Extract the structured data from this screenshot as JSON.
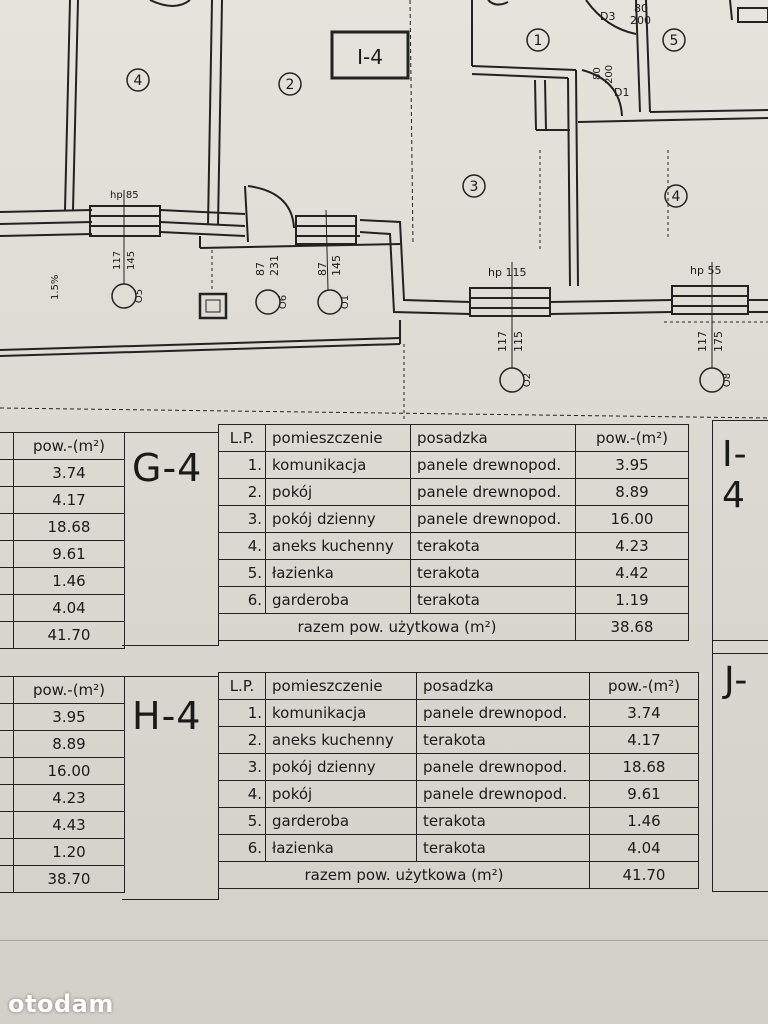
{
  "plan": {
    "unit_label": "I-4",
    "room_numbers": [
      "1",
      "2",
      "3",
      "4",
      "4",
      "5"
    ],
    "door_labels": [
      "D1",
      "D3"
    ],
    "door_dims": [
      "80",
      "200",
      "80",
      "200"
    ],
    "window_hp": [
      "hp 85",
      "hp 115",
      "hp 55"
    ],
    "window_dims": [
      "117",
      "145",
      "87",
      "231",
      "87",
      "145",
      "117",
      "115",
      "117",
      "175"
    ],
    "window_codes": [
      "O5",
      "O6",
      "O1",
      "O2",
      "O8"
    ],
    "slope": "1.5%"
  },
  "left_top_table": {
    "header": "pow.-(m²)",
    "values": [
      "3.74",
      "4.17",
      "18.68",
      "9.61",
      "1.46",
      "4.04",
      "41.70"
    ]
  },
  "left_bottom_table": {
    "header": "pow.-(m²)",
    "values": [
      "3.95",
      "8.89",
      "16.00",
      "4.23",
      "4.43",
      "1.20",
      "38.70"
    ]
  },
  "g4": {
    "label": "G-4",
    "headers": [
      "L.P.",
      "pomieszczenie",
      "posadzka",
      "pow.-(m²)"
    ],
    "rows": [
      [
        "1.",
        "komunikacja",
        "panele drewnopod.",
        "3.95"
      ],
      [
        "2.",
        "pokój",
        "panele drewnopod.",
        "8.89"
      ],
      [
        "3.",
        "pokój dzienny",
        "panele drewnopod.",
        "16.00"
      ],
      [
        "4.",
        "aneks kuchenny",
        "terakota",
        "4.23"
      ],
      [
        "5.",
        "łazienka",
        "terakota",
        "4.42"
      ],
      [
        "6.",
        "garderoba",
        "terakota",
        "1.19"
      ]
    ],
    "total_label": "razem pow. użytkowa (m²)",
    "total": "38.68"
  },
  "h4": {
    "label": "H-4",
    "headers": [
      "L.P.",
      "pomieszczenie",
      "posadzka",
      "pow.-(m²)"
    ],
    "rows": [
      [
        "1.",
        "komunikacja",
        "panele drewnopod.",
        "3.74"
      ],
      [
        "2.",
        "aneks kuchenny",
        "terakota",
        "4.17"
      ],
      [
        "3.",
        "pokój dzienny",
        "panele drewnopod.",
        "18.68"
      ],
      [
        "4.",
        "pokój",
        "panele drewnopod.",
        "9.61"
      ],
      [
        "5.",
        "garderoba",
        "terakota",
        "1.46"
      ],
      [
        "6.",
        "łazienka",
        "terakota",
        "4.04"
      ]
    ],
    "total_label": "razem pow. użytkowa (m²)",
    "total": "41.70"
  },
  "right_labels": [
    "I-4",
    "J-"
  ],
  "watermark": "otodam"
}
